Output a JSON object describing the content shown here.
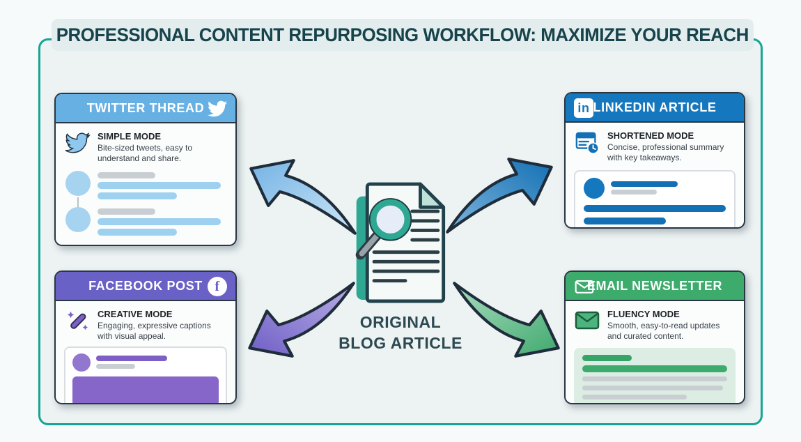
{
  "page": {
    "title": "PROFESSIONAL CONTENT REPURPOSING WORKFLOW: MAXIMIZE YOUR REACH"
  },
  "center": {
    "icon": "blog-article-magnifier-icon",
    "label_line1": "ORIGINAL",
    "label_line2": "BLOG ARTICLE"
  },
  "cards": {
    "twitter": {
      "header": "TWITTER THREAD",
      "header_color": "#66b0e3",
      "icon": "twitter-bird-icon",
      "mode_title": "SIMPLE MODE",
      "mode_desc": "Bite-sized tweets, easy to understand and share."
    },
    "linkedin": {
      "header": "LINKEDIN ARTICLE",
      "header_color": "#1577bd",
      "icon": "linkedin-logo-icon",
      "logo_text": "in",
      "mode_title": "SHORTENED MODE",
      "mode_desc": "Concise, professional summary with key takeaways."
    },
    "facebook": {
      "header": "FACEBOOK POST",
      "header_color": "#6a61c6",
      "icon": "facebook-logo-icon",
      "logo_text": "f",
      "mode_title": "CREATIVE MODE",
      "mode_desc": "Engaging, expressive captions with visual appeal."
    },
    "email": {
      "header": "EMAIL NEWSLETTER",
      "header_color": "#3cab6b",
      "icon": "envelope-icon",
      "mode_title": "FLUENCY MODE",
      "mode_desc": "Smooth, easy-to-read updates and curated content."
    }
  },
  "arrows": {
    "to_twitter": {
      "color": "#74b3e4"
    },
    "to_linkedin": {
      "color": "#1470b4"
    },
    "to_facebook": {
      "color": "#6f5fc6"
    },
    "to_email": {
      "color": "#41a96e"
    }
  },
  "colors": {
    "frame_border": "#16a493",
    "title_text": "#17434c",
    "background": "#f7fafa",
    "document_accent": "#2fa893"
  }
}
